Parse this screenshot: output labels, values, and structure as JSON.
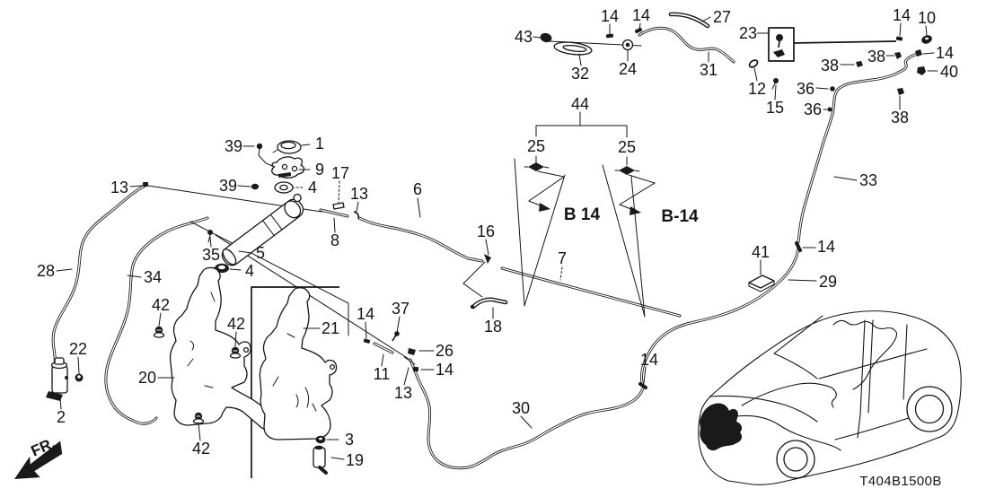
{
  "diagram": {
    "code": "T404B1500B",
    "fr_label": "FR.",
    "b14_left": "B 14",
    "b14_right": "B-14"
  },
  "callouts": {
    "c1": "1",
    "c2": "2",
    "c3": "3",
    "c4a": "4",
    "c4b": "4",
    "c5": "5",
    "c6": "6",
    "c7": "7",
    "c8": "8",
    "c9": "9",
    "c10": "10",
    "c11": "11",
    "c12": "12",
    "c13a": "13",
    "c13b": "13",
    "c13c": "13",
    "c14a": "14",
    "c14b": "14",
    "c14c": "14",
    "c14d": "14",
    "c14e": "14",
    "c14f": "14",
    "c14g": "14",
    "c14h": "14",
    "c15": "15",
    "c16": "16",
    "c17": "17",
    "c18": "18",
    "c19": "19",
    "c20": "20",
    "c21": "21",
    "c22": "22",
    "c23": "23",
    "c24": "24",
    "c25a": "25",
    "c25b": "25",
    "c26": "26",
    "c27": "27",
    "c28": "28",
    "c29": "29",
    "c30": "30",
    "c31": "31",
    "c32": "32",
    "c33": "33",
    "c34": "34",
    "c35": "35",
    "c36a": "36",
    "c36b": "36",
    "c37": "37",
    "c38a": "38",
    "c38b": "38",
    "c38c": "38",
    "c39a": "39",
    "c39b": "39",
    "c40": "40",
    "c41": "41",
    "c42a": "42",
    "c42b": "42",
    "c42c": "42",
    "c43": "43",
    "c44": "44"
  }
}
